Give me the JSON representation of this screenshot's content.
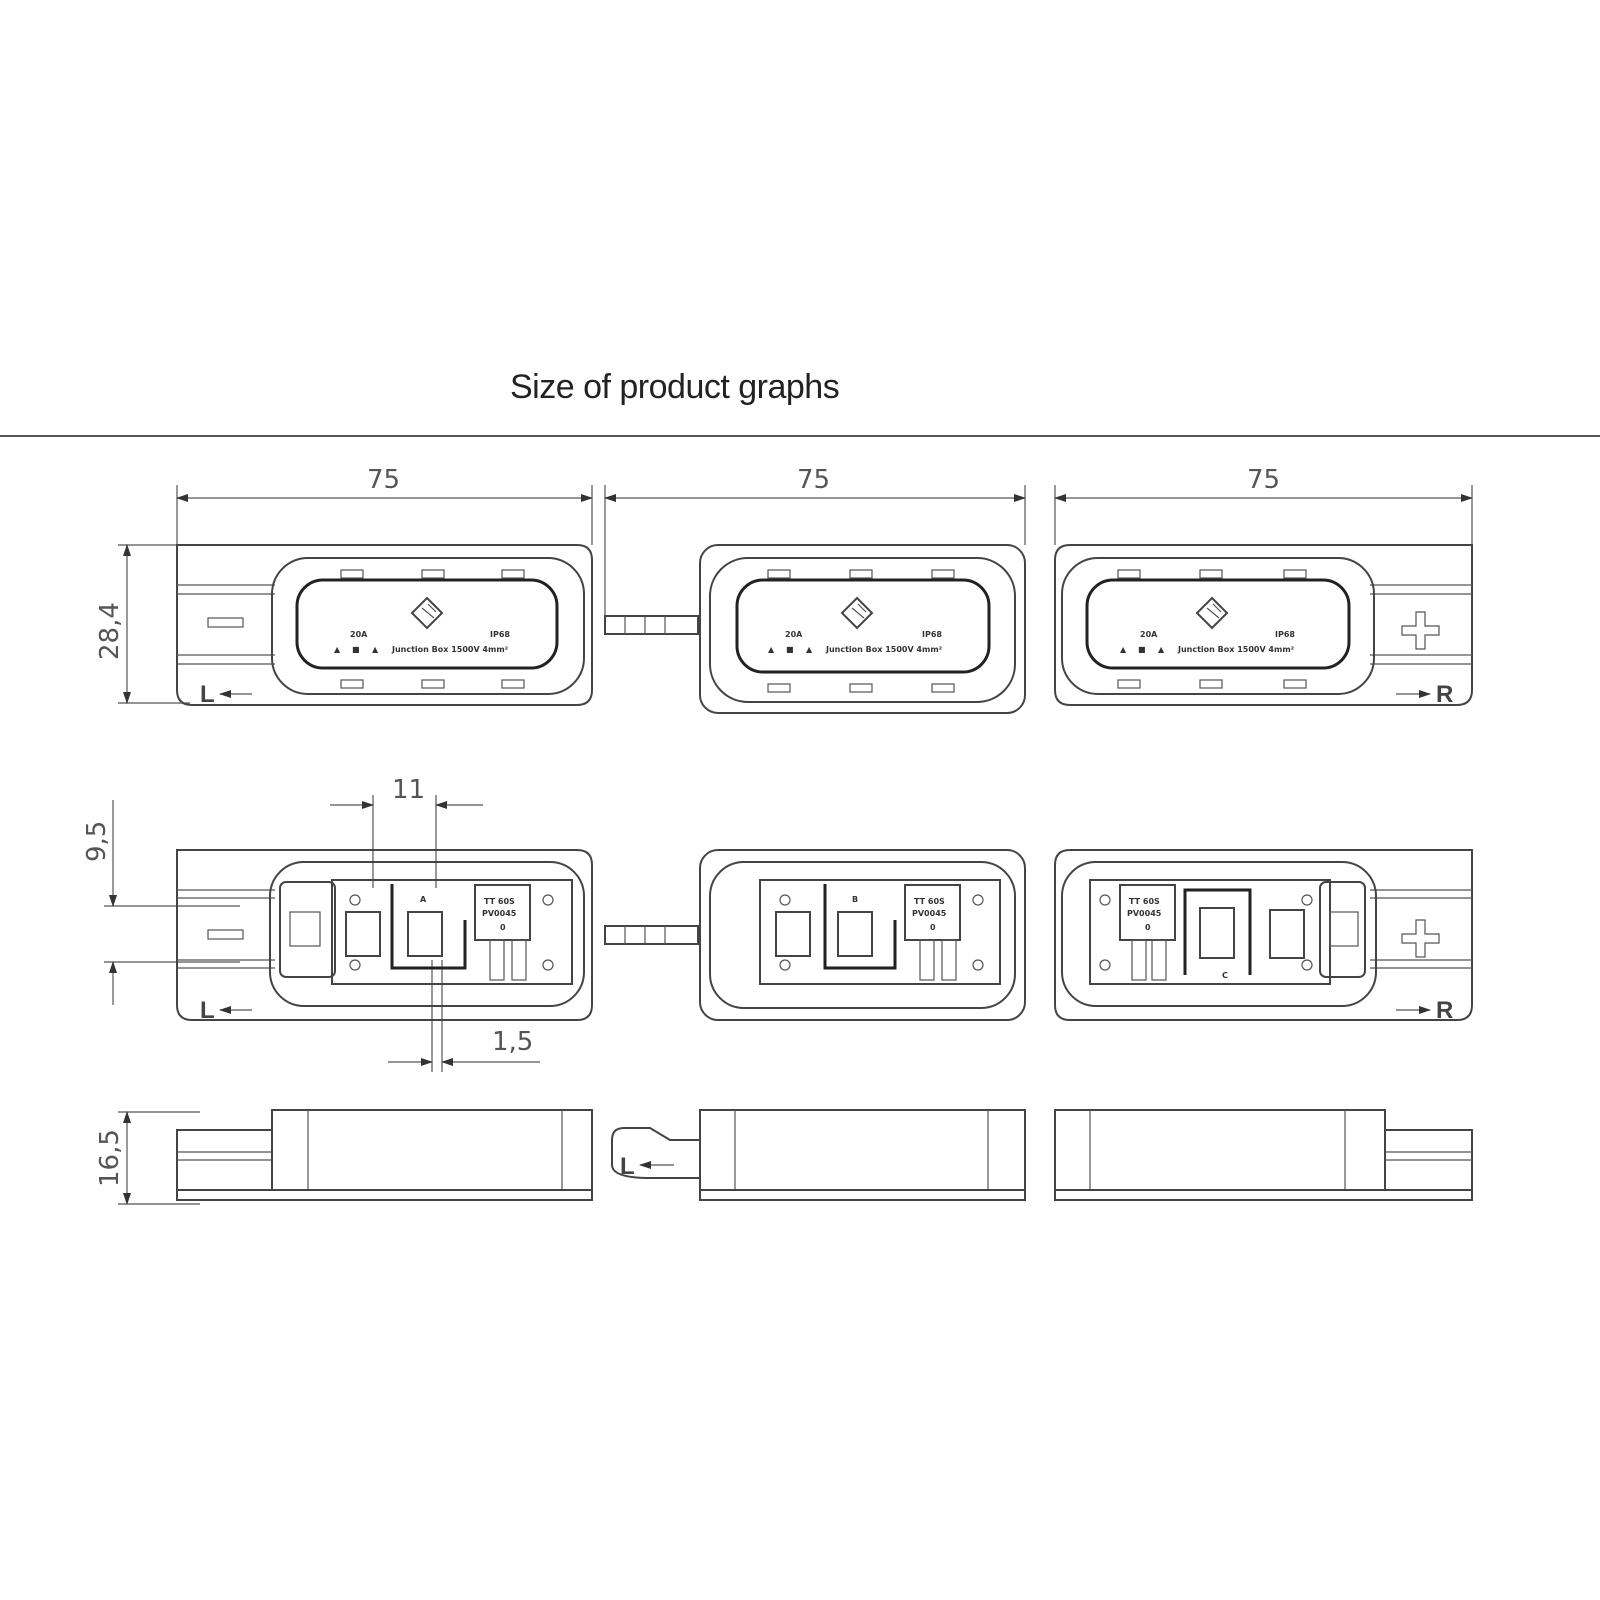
{
  "title": "Size of product graphs",
  "dimensions": {
    "width_left": "75",
    "width_middle": "75",
    "width_right": "75",
    "height_top": "28,4",
    "bottom_gap": "9,5",
    "spacing": "11",
    "thickness": "1,5",
    "side_height": "16,5"
  },
  "views": {
    "top": {
      "left_box": {
        "sign": "−",
        "direction": "L",
        "rating_left": "20A",
        "rating_right": "IP68",
        "label_row": "Junction Box  1500V 4mm²"
      },
      "middle_box": {
        "rating_left": "20A",
        "rating_right": "IP68",
        "label_row": "Junction Box  1500V 4mm²"
      },
      "right_box": {
        "sign": "+",
        "direction": "R",
        "rating_left": "20A",
        "rating_right": "IP68",
        "label_row": "Junction Box  1500V 4mm²"
      }
    },
    "internal": {
      "left_box": {
        "sign": "−",
        "direction": "L",
        "diode_letter": "A",
        "diode_label_1": "TT 60S",
        "diode_label_2": "PV0045",
        "diode_label_3": "0"
      },
      "middle_box": {
        "diode_letter": "B",
        "diode_label_1": "TT 60S",
        "diode_label_2": "PV0045",
        "diode_label_3": "0"
      },
      "right_box": {
        "sign": "+",
        "direction": "R",
        "diode_letter": "C",
        "diode_label_1": "TT 60S",
        "diode_label_2": "PV0045",
        "diode_label_3": "0"
      }
    },
    "side": {
      "middle_box": {
        "direction": "L"
      }
    }
  }
}
